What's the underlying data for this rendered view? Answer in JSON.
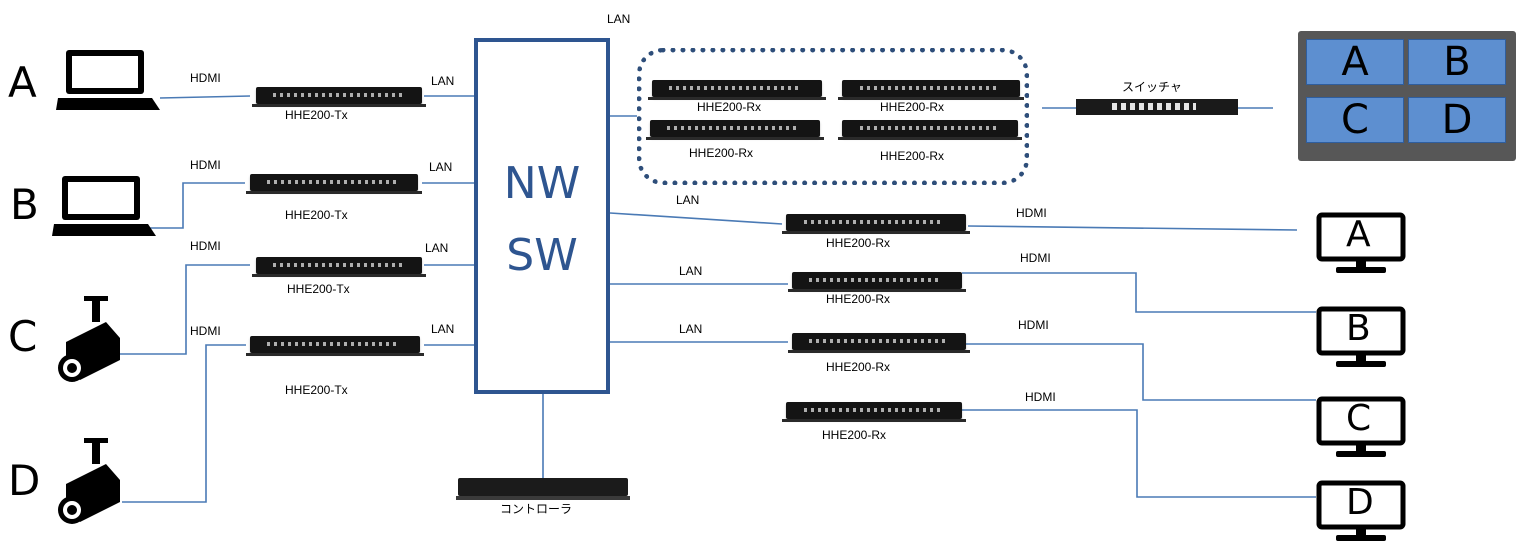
{
  "switch": {
    "line1": "NW",
    "line2": "SW"
  },
  "sources": [
    "A",
    "B",
    "C",
    "D"
  ],
  "tx": {
    "label": "HHE200-Tx"
  },
  "rx": {
    "label": "HHE200-Rx"
  },
  "link": {
    "hdmi": "HDMI",
    "lan": "LAN"
  },
  "switcher": {
    "label": "スイッチャ"
  },
  "controller": {
    "label": "コントローラ"
  },
  "videowall": {
    "panes": [
      "A",
      "B",
      "C",
      "D"
    ]
  },
  "monitors": [
    "A",
    "B",
    "C",
    "D"
  ],
  "colors": {
    "switch_border": "#2e5590",
    "line": "#4a7ab5",
    "wall_pane": "#5d8fd0",
    "wall_frame": "#575757"
  }
}
